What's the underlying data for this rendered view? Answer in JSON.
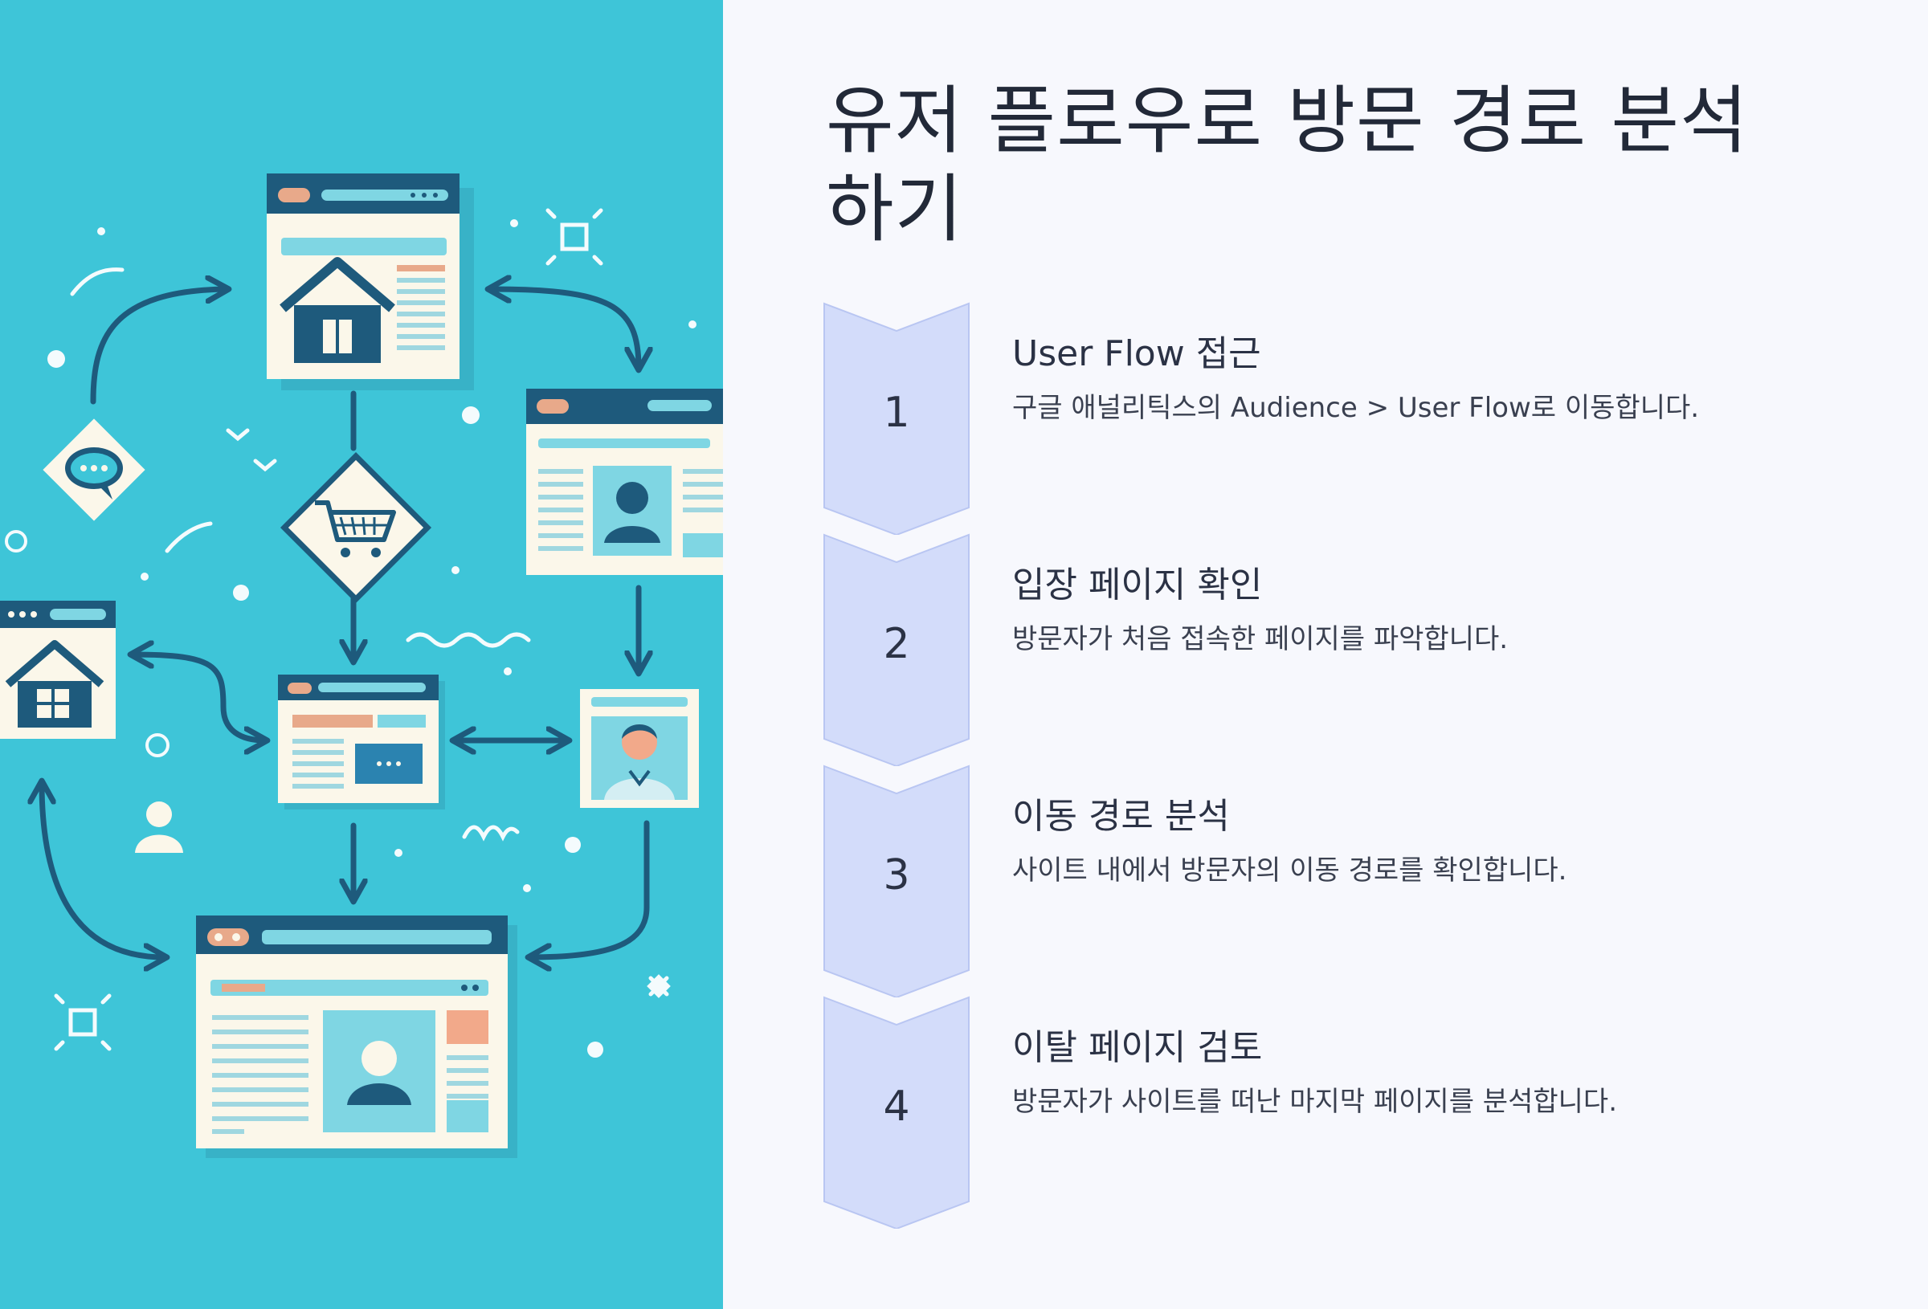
{
  "title": "유저 플로우로 방문 경로 분석하기",
  "colors": {
    "illustration_bg": "#3ec5d8",
    "page_bg": "#f7f8fd",
    "navy": "#1e5a7c",
    "cream": "#fbf7ea",
    "chevron_fill": "#d3dcfa",
    "chevron_stroke": "#b9c6f2",
    "text_dark": "#2b3245"
  },
  "illustration": {
    "icons": [
      "home-page-icon",
      "profile-page-icon",
      "cart-icon",
      "chat-bubble-icon",
      "listing-page-icon",
      "user-profile-card-icon",
      "home-card-icon",
      "user-icon",
      "final-page-icon",
      "sparkle-icon"
    ]
  },
  "steps": [
    {
      "number": "1",
      "title": "User Flow 접근",
      "description": "구글 애널리틱스의 Audience > User Flow로 이동합니다."
    },
    {
      "number": "2",
      "title": "입장 페이지 확인",
      "description": "방문자가 처음 접속한 페이지를 파악합니다."
    },
    {
      "number": "3",
      "title": "이동 경로 분석",
      "description": "사이트 내에서 방문자의 이동 경로를 확인합니다."
    },
    {
      "number": "4",
      "title": "이탈 페이지 검토",
      "description": "방문자가 사이트를 떠난 마지막 페이지를 분석합니다."
    }
  ]
}
